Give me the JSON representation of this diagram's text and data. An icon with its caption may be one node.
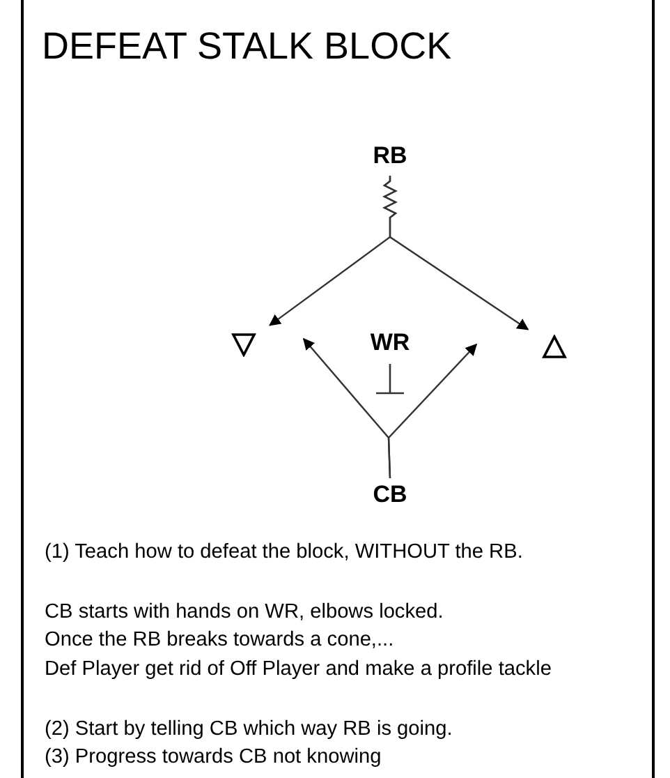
{
  "diagram": {
    "title": "DEFEAT STALK BLOCK",
    "nodes": [
      {
        "text": [
          "RB"
        ]
      },
      {
        "text": [],
        "shape": "triangle"
      },
      {
        "text": [
          "WR"
        ]
      },
      {
        "text": [],
        "shape": "triangle"
      },
      {
        "text": [
          "CB"
        ]
      }
    ],
    "edges": [
      {
        "from": 0,
        "to": 1,
        "arrow": "to"
      },
      {
        "from": 0,
        "to": 3,
        "arrow": "to"
      },
      {
        "from": 4,
        "to": null,
        "arrow": "to"
      },
      {
        "from": 4,
        "to": null,
        "arrow": "to"
      }
    ],
    "labels": [
      "(1) Teach how to defeat the block, WITHOUT the RB.",
      "CB starts with hands on WR, elbows locked.",
      "Once the RB breaks towards a cone,...",
      "Def Player get rid of Off Player and make a profile tackle",
      "(2) Start by telling CB which way RB is going.",
      "(3) Progress towards CB not knowing"
    ]
  }
}
